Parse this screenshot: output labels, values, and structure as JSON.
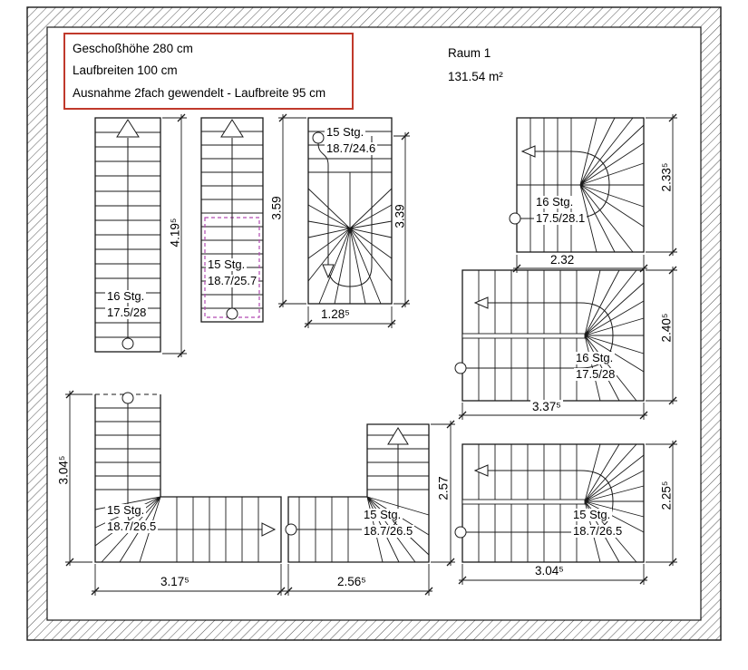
{
  "annotation_box": {
    "line1": "Geschoßhöhe 280 cm",
    "line2": "Laufbreiten 100 cm",
    "line3": "Ausnahme 2fach gewendelt - Laufbreite 95 cm",
    "border_color": "#c0392b"
  },
  "room": {
    "name": "Raum 1",
    "area": "131.54 m²"
  },
  "stairs": [
    {
      "id": "straight-16",
      "steps": "16 Stg.",
      "rise_run": "17.5/28"
    },
    {
      "id": "straight-15-highlighted",
      "steps": "15 Stg.",
      "rise_run": "18.7/25.7"
    },
    {
      "id": "u-winder",
      "steps": "15 Stg.",
      "rise_run": "18.7/24.6"
    },
    {
      "id": "top-right-winder",
      "steps": "16 Stg.",
      "rise_run": "17.5/28.1"
    },
    {
      "id": "mid-right-u",
      "steps": "16 Stg.",
      "rise_run": "17.5/28"
    },
    {
      "id": "bottom-right-u",
      "steps": "15 Stg.",
      "rise_run": "18.7/26.5"
    },
    {
      "id": "bottom-left-l",
      "steps": "15 Stg.",
      "rise_run": "18.7/26.5"
    },
    {
      "id": "bottom-mid-l",
      "steps": "15 Stg.",
      "rise_run": "18.7/26.5"
    }
  ],
  "dimensions": {
    "straight_height": "4.19⁵",
    "u_winder_left": "3.59",
    "u_winder_right": "3.39",
    "u_winder_width": "1.28⁵",
    "top_right_height": "2.33⁵",
    "top_right_width": "2.32",
    "mid_right_height": "2.40⁵",
    "mid_right_width": "3.37⁵",
    "bottom_right_height": "2.25⁵",
    "bottom_right_width": "3.04⁵",
    "bottom_left_height": "3.04⁵",
    "bottom_left_width": "3.17⁵",
    "bottom_mid_height": "2.57",
    "bottom_mid_width": "2.56⁵"
  },
  "colors": {
    "annotation_border": "#c0392b",
    "highlight_selection": "#b24bb2",
    "drawing_lines": "#1a1a1a"
  }
}
